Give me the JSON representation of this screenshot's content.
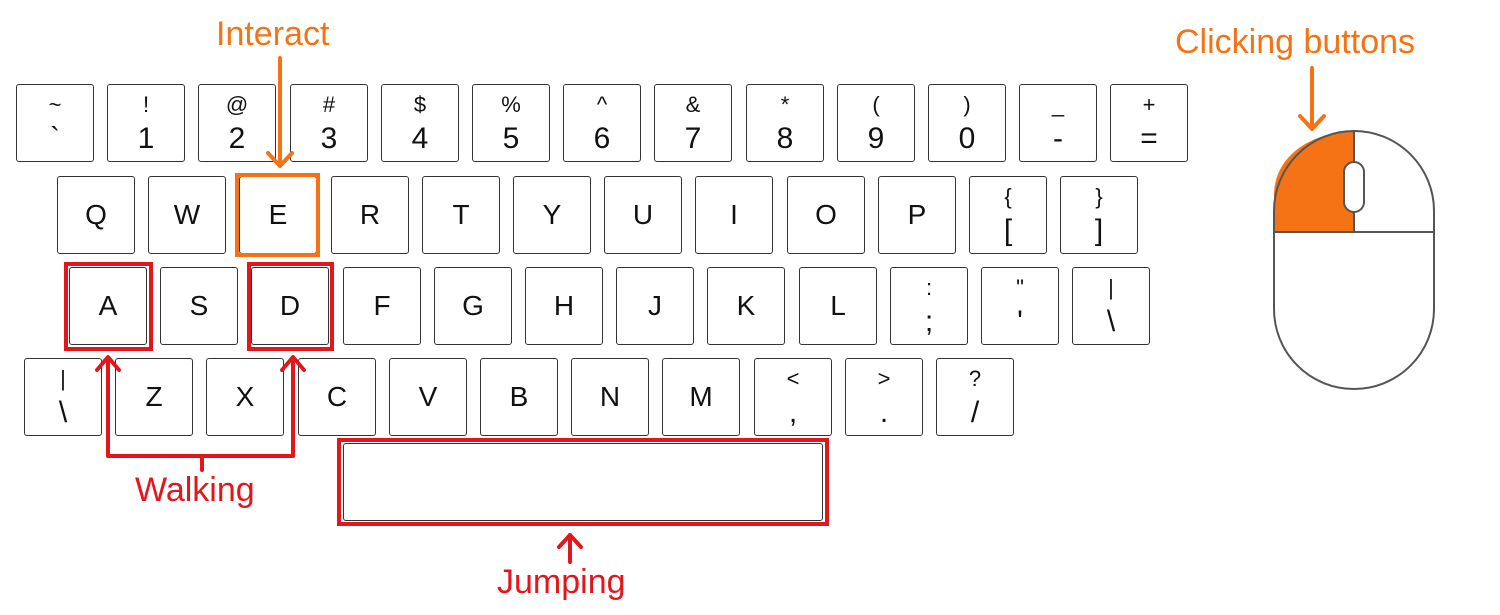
{
  "colors": {
    "orange": "#F57314",
    "red": "#E3161B",
    "key_border": "#333333"
  },
  "keyboard": {
    "row1": [
      {
        "top": "~",
        "bottom": "`"
      },
      {
        "top": "!",
        "bottom": "1"
      },
      {
        "top": "@",
        "bottom": "2"
      },
      {
        "top": "#",
        "bottom": "3"
      },
      {
        "top": "$",
        "bottom": "4"
      },
      {
        "top": "%",
        "bottom": "5"
      },
      {
        "top": "^",
        "bottom": "6"
      },
      {
        "top": "&",
        "bottom": "7"
      },
      {
        "top": "*",
        "bottom": "8"
      },
      {
        "top": "(",
        "bottom": "9"
      },
      {
        "top": ")",
        "bottom": "0"
      },
      {
        "top": "_",
        "bottom": "-"
      },
      {
        "top": "+",
        "bottom": "="
      }
    ],
    "row2": [
      {
        "label": "Q"
      },
      {
        "label": "W"
      },
      {
        "label": "E"
      },
      {
        "label": "R"
      },
      {
        "label": "T"
      },
      {
        "label": "Y"
      },
      {
        "label": "U"
      },
      {
        "label": "I"
      },
      {
        "label": "O"
      },
      {
        "label": "P"
      },
      {
        "top": "{",
        "bottom": "["
      },
      {
        "top": "}",
        "bottom": "]"
      }
    ],
    "row3": [
      {
        "label": "A"
      },
      {
        "label": "S"
      },
      {
        "label": "D"
      },
      {
        "label": "F"
      },
      {
        "label": "G"
      },
      {
        "label": "H"
      },
      {
        "label": "J"
      },
      {
        "label": "K"
      },
      {
        "label": "L"
      },
      {
        "top": ":",
        "bottom": ";"
      },
      {
        "top": "\"",
        "bottom": "'"
      },
      {
        "top": "|",
        "bottom": "\\"
      }
    ],
    "row4": [
      {
        "top": "|",
        "bottom": "\\"
      },
      {
        "label": "Z"
      },
      {
        "label": "X"
      },
      {
        "label": "C"
      },
      {
        "label": "V"
      },
      {
        "label": "B"
      },
      {
        "label": "N"
      },
      {
        "label": "M"
      },
      {
        "top": "<",
        "bottom": ","
      },
      {
        "top": ">",
        "bottom": "."
      },
      {
        "top": "?",
        "bottom": "/"
      }
    ]
  },
  "annotations": {
    "interact": "Interact",
    "walking": "Walking",
    "jumping": "Jumping",
    "clicking": "Clicking buttons"
  }
}
